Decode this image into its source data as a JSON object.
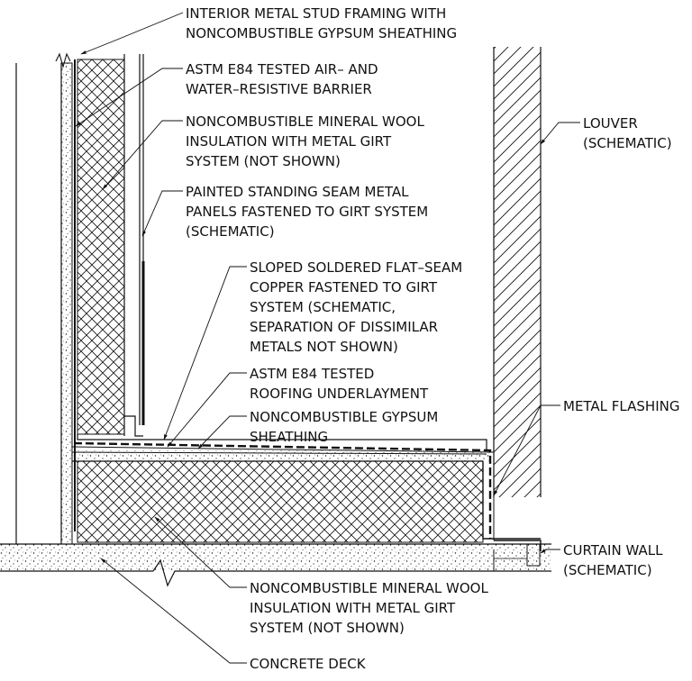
{
  "labels": {
    "interior_framing": [
      "INTERIOR METAL STUD FRAMING WITH",
      "NONCOMBUSTIBLE GYPSUM SHEATHING"
    ],
    "air_barrier": [
      "ASTM E84 TESTED AIR– AND",
      "WATER–RESISTIVE BARRIER"
    ],
    "wall_insulation": [
      "NONCOMBUSTIBLE MINERAL WOOL",
      "INSULATION WITH METAL GIRT",
      "SYSTEM (NOT SHOWN)"
    ],
    "metal_panels": [
      "PAINTED STANDING SEAM METAL",
      "PANELS FASTENED TO GIRT SYSTEM",
      "(SCHEMATIC)"
    ],
    "copper": [
      "SLOPED SOLDERED FLAT–SEAM",
      "COPPER FASTENED TO GIRT",
      "SYSTEM (SCHEMATIC,",
      "SEPARATION OF DISSIMILAR",
      "METALS NOT SHOWN)"
    ],
    "underlayment": [
      "ASTM E84 TESTED",
      "ROOFING UNDERLAYMENT"
    ],
    "gypsum_sheathing": [
      "NONCOMBUSTIBLE GYPSUM",
      "SHEATHING"
    ],
    "louver": [
      "LOUVER",
      "(SCHEMATIC)"
    ],
    "metal_flashing": [
      "METAL FLASHING"
    ],
    "curtain_wall": [
      "CURTAIN WALL",
      "(SCHEMATIC)"
    ],
    "roof_insulation": [
      "NONCOMBUSTIBLE MINERAL WOOL",
      "INSULATION WITH METAL GIRT",
      "SYSTEM (NOT SHOWN)"
    ],
    "concrete_deck": [
      "CONCRETE DECK"
    ]
  },
  "colors": {
    "line": "#111111",
    "background": "#ffffff"
  }
}
